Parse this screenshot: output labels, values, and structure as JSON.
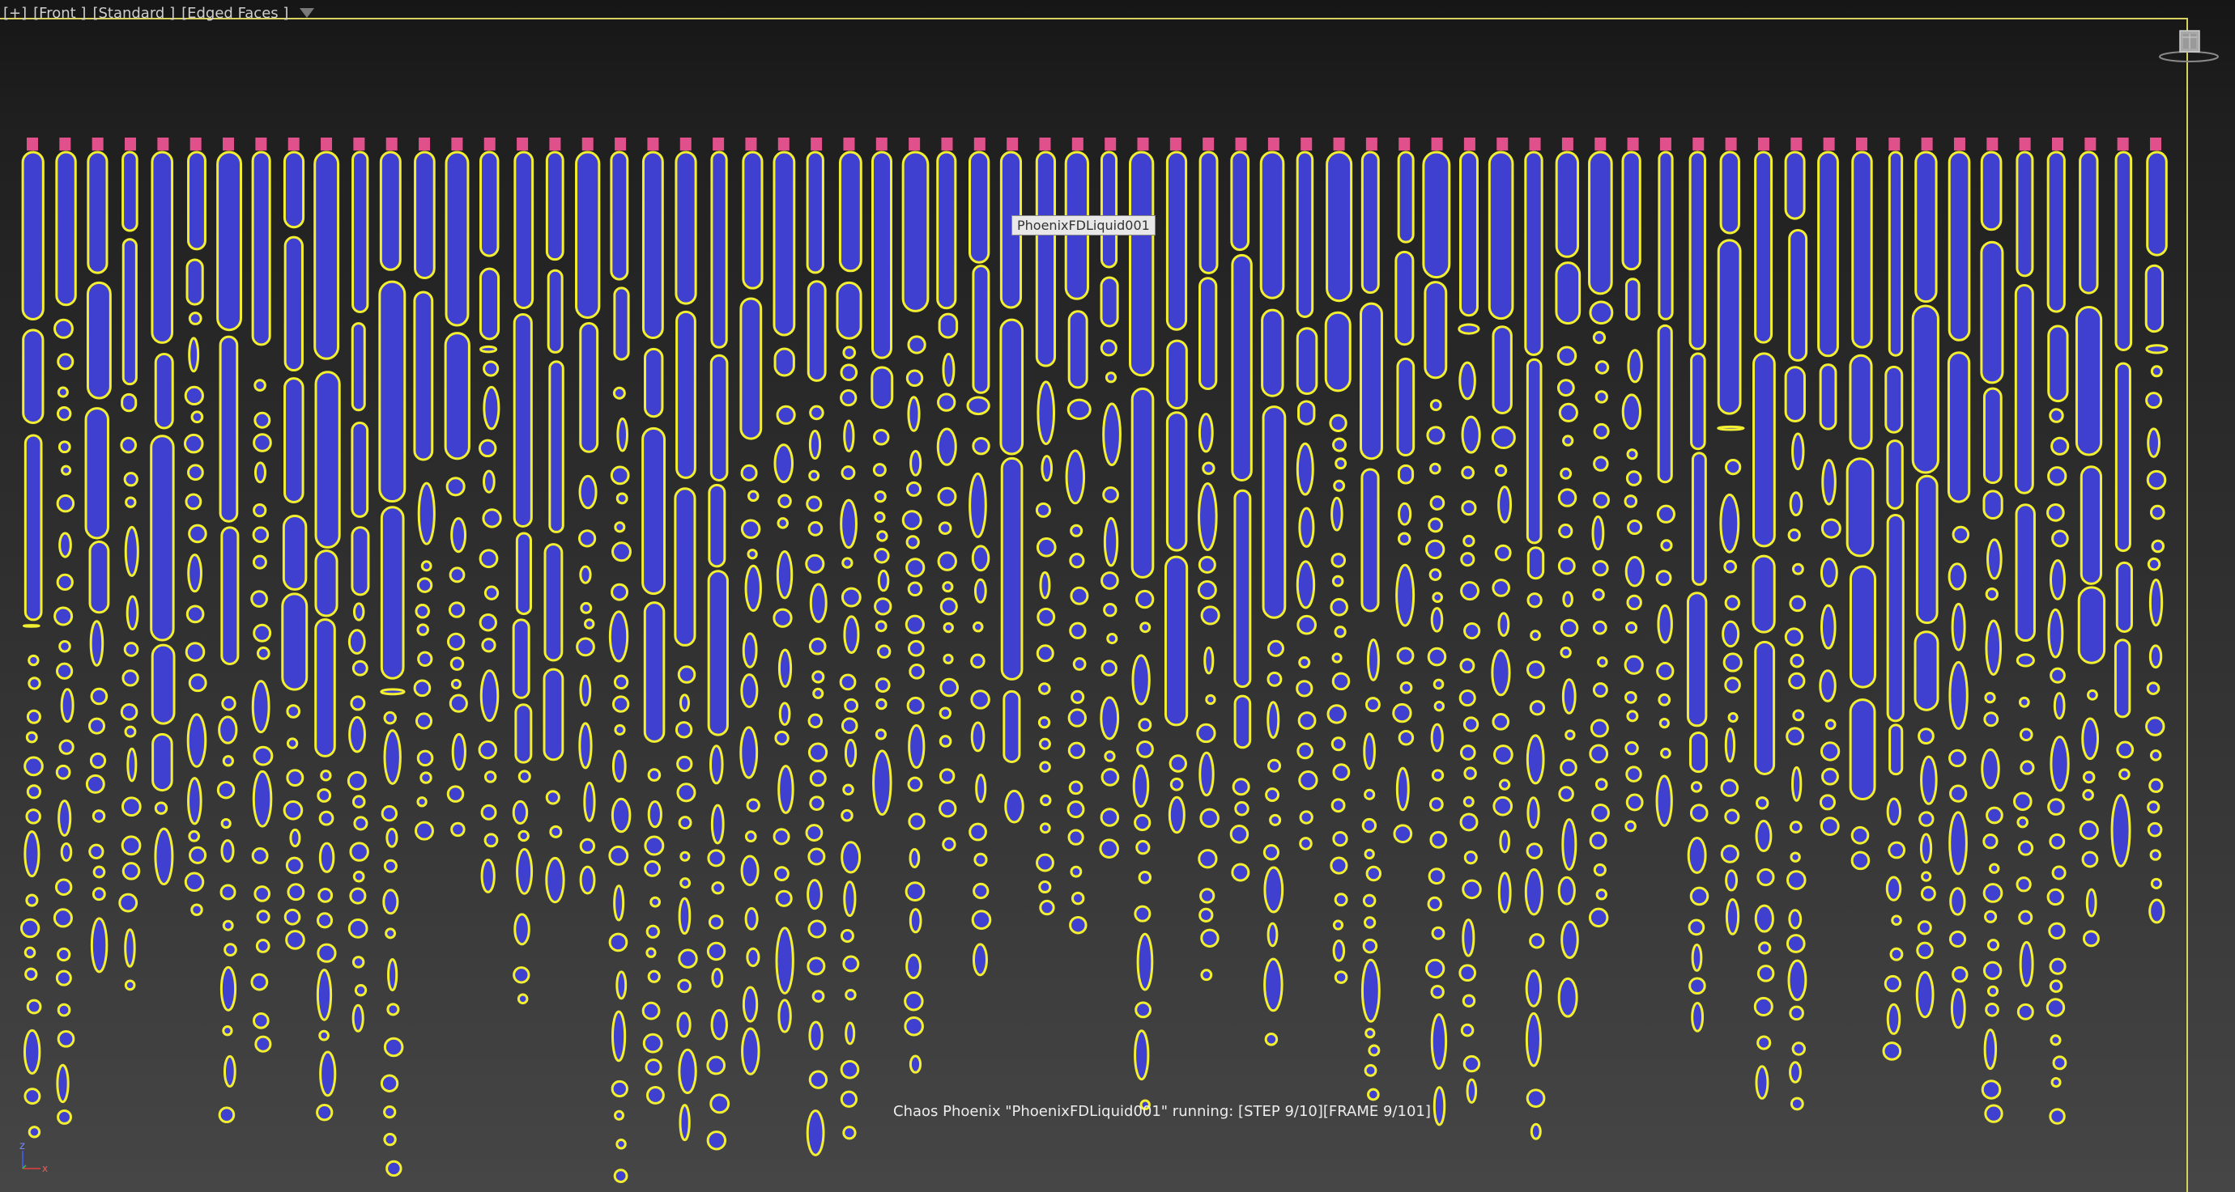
{
  "viewport": {
    "label_items": [
      "[+]",
      "[Front ]",
      "[Standard ]",
      "[Edged Faces ]"
    ],
    "filter_icon": "filter-funnel-icon",
    "object_tag": "PhoenixFDLiquid001",
    "status": "Chaos Phoenix \"PhoenixFDLiquid001\" running: [STEP 9/10][FRAME 9/101]",
    "border_color": "#d8d060",
    "viewcube_icon": "viewcube-icon",
    "axis_icon": "axis-tripod-icon",
    "axis_labels": [
      "z",
      "x"
    ]
  },
  "scene": {
    "stream_count": 66,
    "liquid_fill": "#3f3fd0",
    "liquid_outline": "#f2ee30",
    "emitter_color": "#e0508a"
  }
}
